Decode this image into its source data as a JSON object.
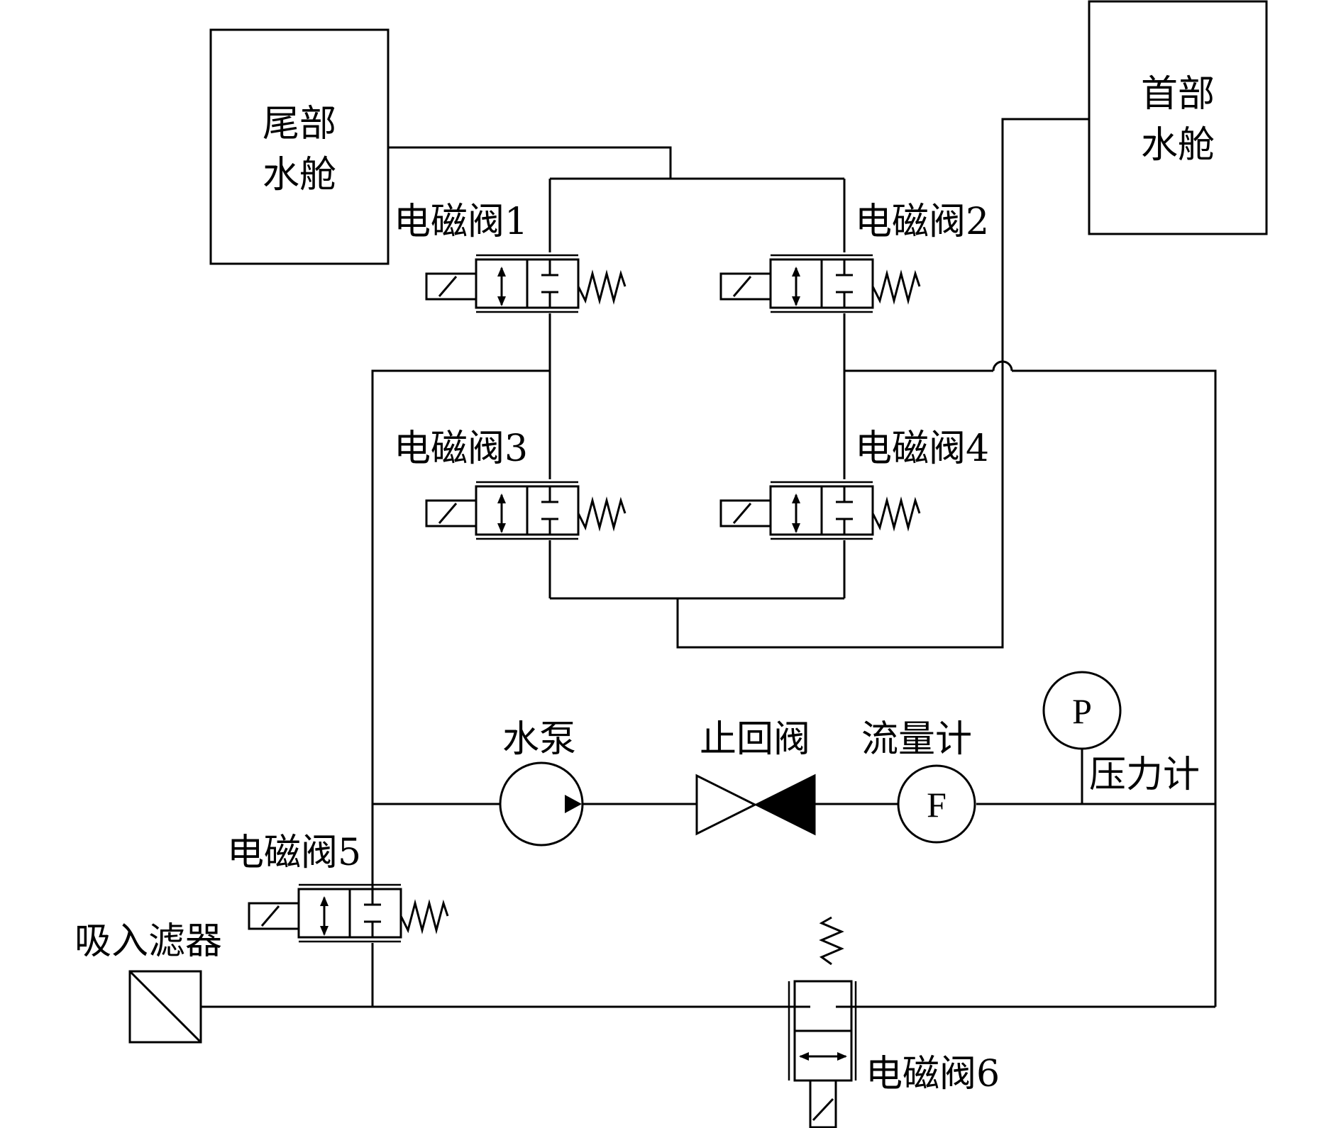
{
  "labels": {
    "tail_tank_line1": "尾部",
    "tail_tank_line2": "水舱",
    "head_tank_line1": "首部",
    "head_tank_line2": "水舱",
    "valve1": "电磁阀1",
    "valve2": "电磁阀2",
    "valve3": "电磁阀3",
    "valve4": "电磁阀4",
    "valve5": "电磁阀5",
    "valve6": "电磁阀6",
    "pump": "水泵",
    "check_valve": "止回阀",
    "flowmeter": "流量计",
    "pressure_gauge": "压力计",
    "suction_filter": "吸入滤器",
    "pressure_symbol": "P",
    "flow_symbol": "F"
  }
}
